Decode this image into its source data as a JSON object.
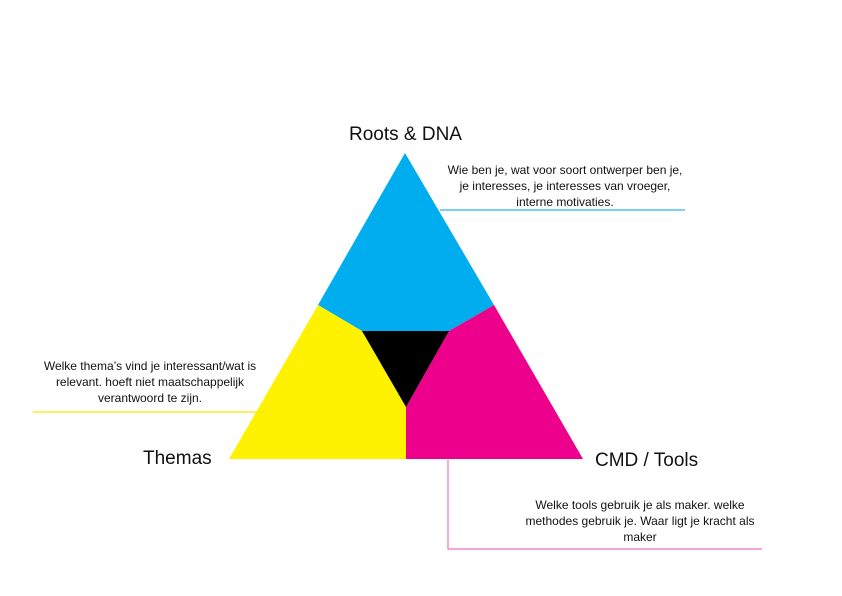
{
  "diagram": {
    "type": "triangle-model",
    "colors": {
      "roots": "#00adee",
      "themas": "#fff200",
      "tools": "#ec008c",
      "center": "#000000",
      "roots_line": "#29b6f0",
      "themas_line": "#f5e900",
      "tools_line": "#f06fbe"
    },
    "sections": {
      "roots": {
        "title": "Roots & DNA",
        "description": "Wie ben je, wat voor soort ontwerper ben je, je interesses, je interesses van vroeger, interne motivaties.",
        "lines": [
          "Wie ben je, wat voor soort ontwerper ben je,",
          "je interesses, je interesses van vroeger,",
          "interne motivaties."
        ]
      },
      "themas": {
        "title": "Themas",
        "lines": [
          "Welke thema’s vind je interessant/wat is",
          "relevant. hoeft niet maatschappelijk",
          "verantwoord te zijn."
        ]
      },
      "tools": {
        "title": "CMD / Tools",
        "lines": [
          "Welke tools gebruik je als maker. welke",
          "methodes gebruik je. Waar ligt je kracht als",
          "maker"
        ]
      }
    }
  }
}
